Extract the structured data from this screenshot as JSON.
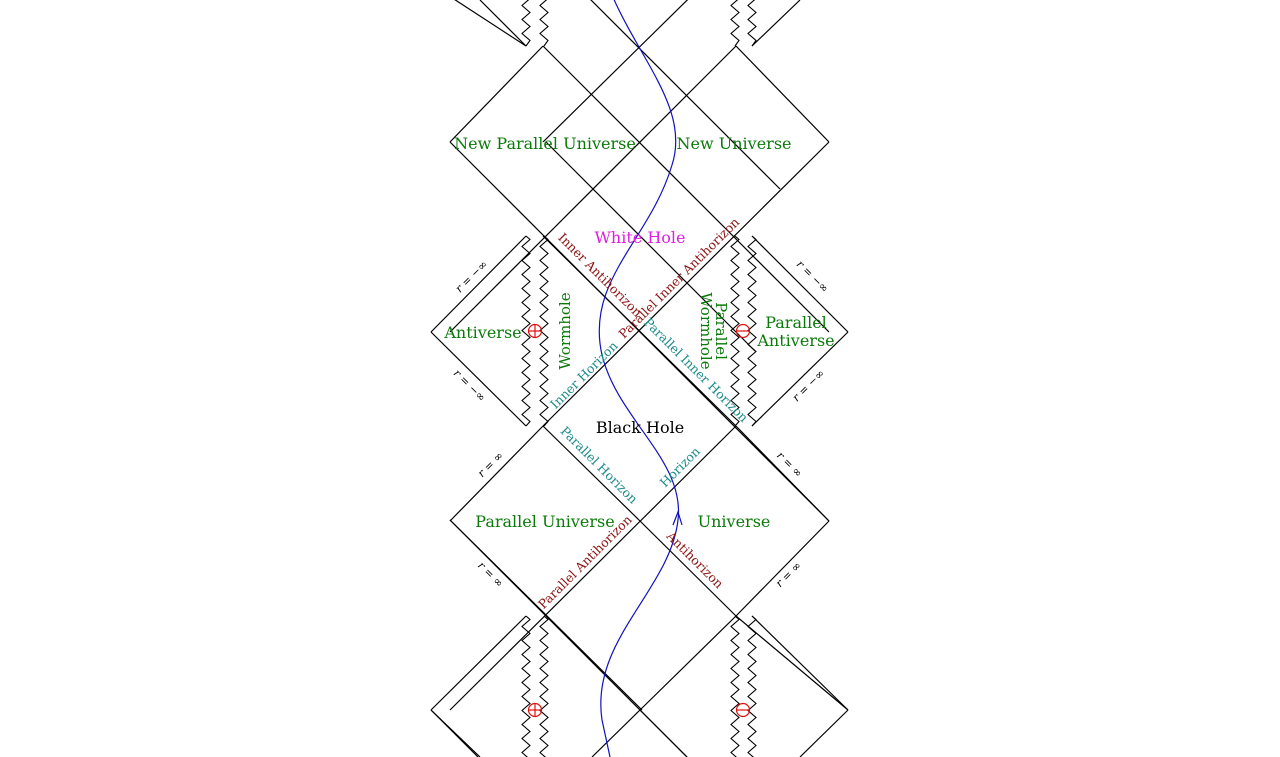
{
  "regions": {
    "new_parallel_universe": "New Parallel Universe",
    "new_universe": "New Universe",
    "white_hole": "White Hole",
    "black_hole": "Black Hole",
    "parallel_universe": "Parallel Universe",
    "universe": "Universe",
    "antiverse": "Antiverse",
    "parallel_antiverse_line1": "Parallel",
    "parallel_antiverse_line2": "Antiverse",
    "wormhole": "Wormhole",
    "parallel_wormhole_line1": "Parallel",
    "parallel_wormhole_line2": "Wormhole"
  },
  "boundaries": {
    "inner_antihorizon": "Inner Antihorizon",
    "parallel_inner_antihorizon": "Parallel Inner Antihorizon",
    "inner_horizon": "Inner Horizon",
    "parallel_inner_horizon": "Parallel Inner Horizon",
    "parallel_horizon": "Parallel Horizon",
    "horizon": "Horizon",
    "parallel_antihorizon": "Parallel Antihorizon",
    "antihorizon": "Antihorizon"
  },
  "infinity_labels": {
    "r_neg_inf": "r = −∞",
    "r_pos_inf": "r = ∞"
  },
  "symbols": {
    "positive_singularity": "⊕",
    "negative_singularity": "⊖"
  },
  "colors": {
    "region_text": "#0a7a0a",
    "white_hole": "#e01ee0",
    "antihorizon": "#8b1010",
    "horizon": "#1a8a8a",
    "worldline": "#1010c0",
    "singularity_symbol": "#e01010",
    "lines": "#000000"
  }
}
